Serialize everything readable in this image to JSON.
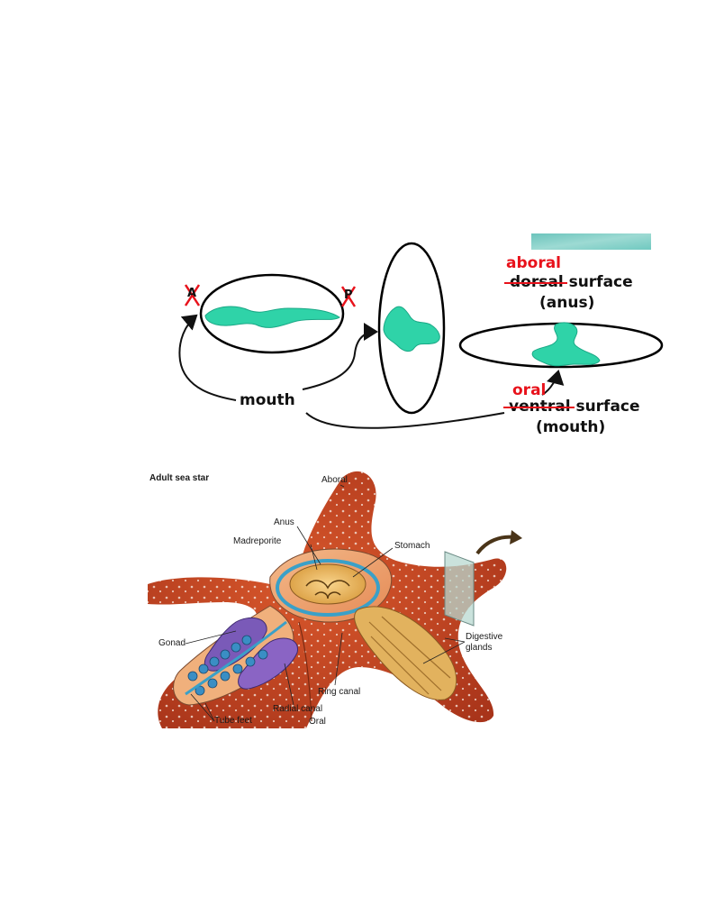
{
  "top_diagram": {
    "label_a": "A",
    "label_p": "P",
    "mouth": "mouth",
    "aboral": {
      "new_word": "aboral",
      "old_word": "dorsal",
      "suffix": "surface",
      "note": "(anus)"
    },
    "oral": {
      "new_word": "oral",
      "old_word": "ventral",
      "suffix": "surface",
      "note": "(mouth)"
    }
  },
  "sea_star": {
    "title": "Adult sea star",
    "labels": {
      "aboral": "Aboral",
      "anus": "Anus",
      "madreporite": "Madreporite",
      "stomach": "Stomach",
      "gonad": "Gonad",
      "digestive_glands": "Digestive glands",
      "ring_canal": "Ring canal",
      "radial_canal": "Radial canal",
      "tube_feet": "Tube feet",
      "oral": "Oral"
    }
  },
  "colors": {
    "red": "#e8121b",
    "teal": "#2fd3a8",
    "star_red": "#c8421e",
    "teal_bar": "#7fd0c8"
  }
}
